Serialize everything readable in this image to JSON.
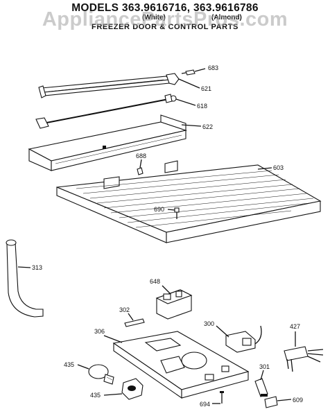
{
  "header": {
    "models_line": "MODELS 363.9616716, 363.9616786",
    "color_white": "(White)",
    "color_almond": "(Almond)",
    "subtitle": "FREEZER DOOR & CONTROL PARTS"
  },
  "watermark": "AppliancePartsPros.com",
  "parts": [
    {
      "id": "p683",
      "number": "683"
    },
    {
      "id": "p621",
      "number": "621"
    },
    {
      "id": "p618",
      "number": "618"
    },
    {
      "id": "p622",
      "number": "622"
    },
    {
      "id": "p688",
      "number": "688"
    },
    {
      "id": "p603",
      "number": "603"
    },
    {
      "id": "p690",
      "number": "690"
    },
    {
      "id": "p313",
      "number": "313"
    },
    {
      "id": "p648",
      "number": "648"
    },
    {
      "id": "p302",
      "number": "302"
    },
    {
      "id": "p306",
      "number": "306"
    },
    {
      "id": "p300",
      "number": "300"
    },
    {
      "id": "p427",
      "number": "427"
    },
    {
      "id": "p301",
      "number": "301"
    },
    {
      "id": "p435a",
      "number": "435"
    },
    {
      "id": "p435b",
      "number": "435"
    },
    {
      "id": "p694",
      "number": "694"
    },
    {
      "id": "p609",
      "number": "609"
    }
  ]
}
